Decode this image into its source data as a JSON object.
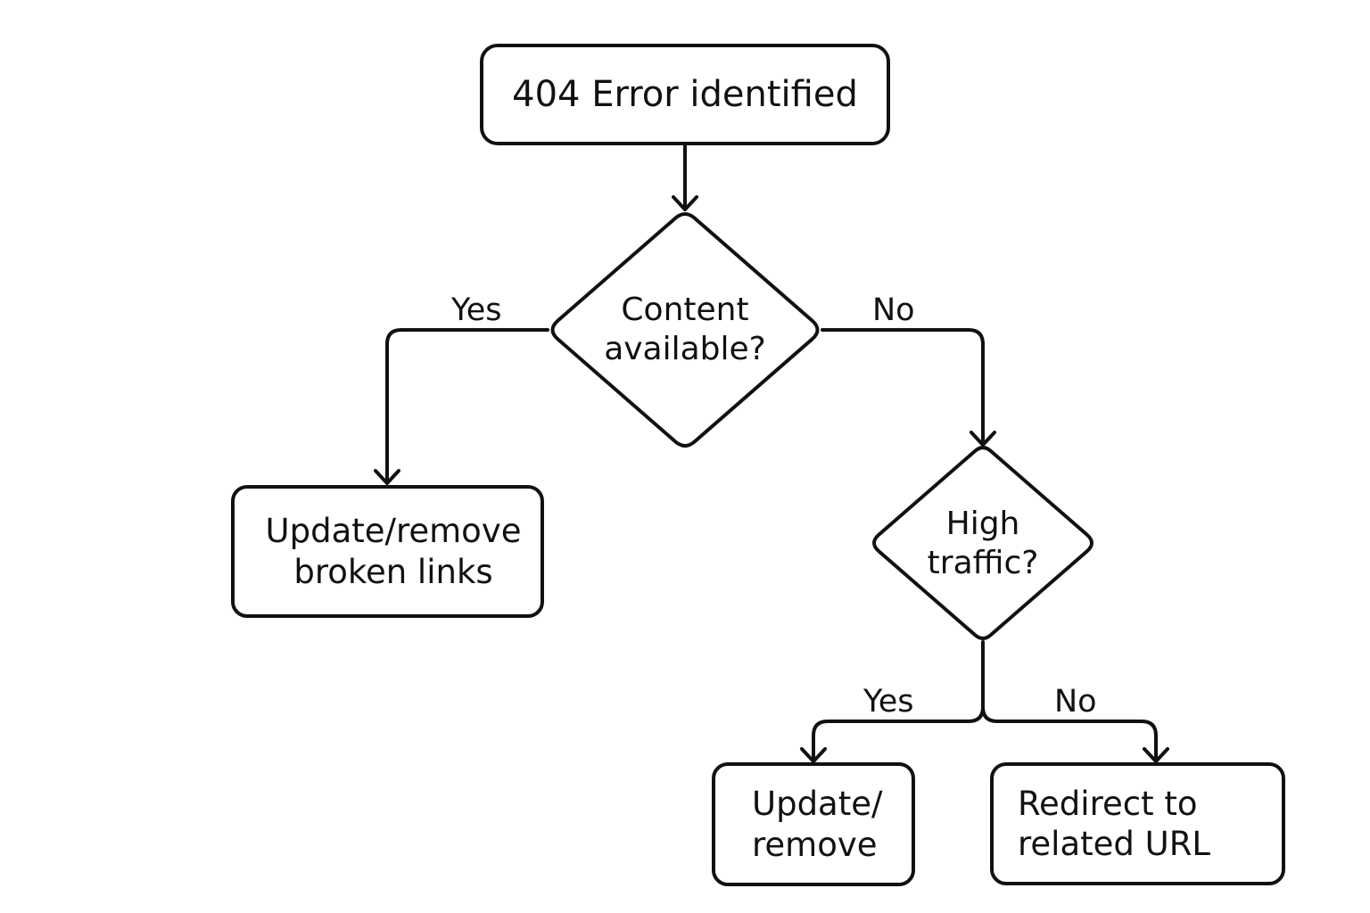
{
  "nodes": {
    "start": {
      "text": "404 Error identified"
    },
    "decision_content": {
      "line1": "Content",
      "line2": "available?"
    },
    "update_links": {
      "line1": "Update/remove",
      "line2": "broken links"
    },
    "decision_traffic": {
      "line1": "High",
      "line2": "traffic?"
    },
    "update_remove": {
      "line1": "Update/",
      "line2": "remove"
    },
    "redirect": {
      "line1": "Redirect to",
      "line2": "related URL"
    }
  },
  "edges": {
    "content_yes": "Yes",
    "content_no": "No",
    "traffic_yes": "Yes",
    "traffic_no": "No"
  },
  "colors": {
    "stroke": "#111111",
    "background": "#ffffff"
  }
}
